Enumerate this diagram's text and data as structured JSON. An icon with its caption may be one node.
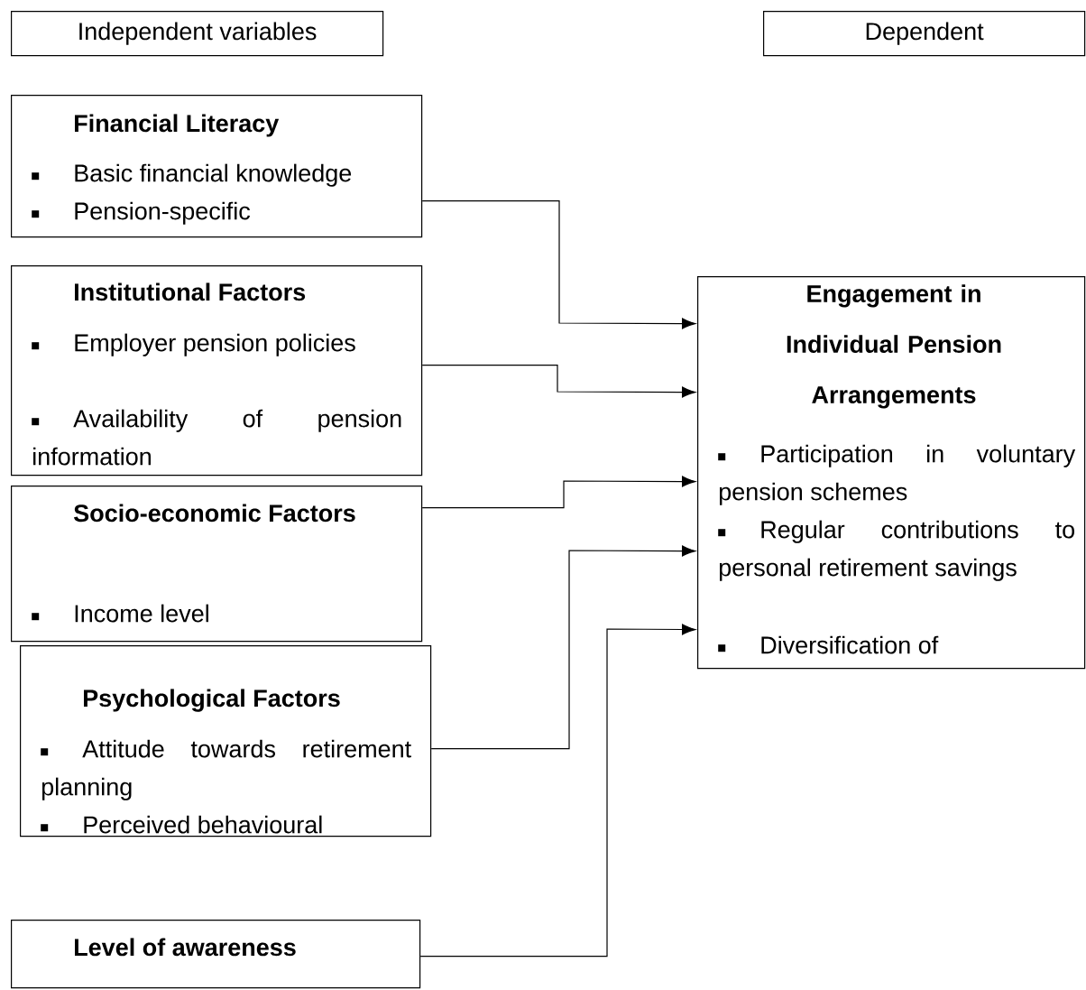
{
  "diagram": {
    "nodes": [
      {
        "text": [
          "Independent variables"
        ]
      },
      {
        "text": [
          "Dependent"
        ]
      },
      {
        "text": [
          "Financial Literacy",
          "Basic financial knowledge",
          "Pension-specific"
        ]
      },
      {
        "text": [
          "Institutional Factors",
          "Employer pension policies",
          "Availability of pension information"
        ]
      },
      {
        "text": [
          "Socio-economic Factors",
          "Income level"
        ]
      },
      {
        "text": [
          "Psychological Factors",
          "Attitude towards retirement planning",
          "Perceived behavioural"
        ]
      },
      {
        "text": [
          "Level of awareness"
        ]
      },
      {
        "text": [
          "Engagement in Individual Pension Arrangements",
          "Participation in voluntary pension schemes",
          "Regular contributions to personal retirement savings",
          "Diversification of"
        ]
      }
    ],
    "edges": [
      {
        "from": 2,
        "to": 7,
        "arrow": "to"
      },
      {
        "from": 3,
        "to": 7,
        "arrow": "to"
      },
      {
        "from": 4,
        "to": 7,
        "arrow": "to"
      },
      {
        "from": 5,
        "to": 7,
        "arrow": "to"
      },
      {
        "from": 6,
        "to": 7,
        "arrow": "to"
      }
    ]
  }
}
